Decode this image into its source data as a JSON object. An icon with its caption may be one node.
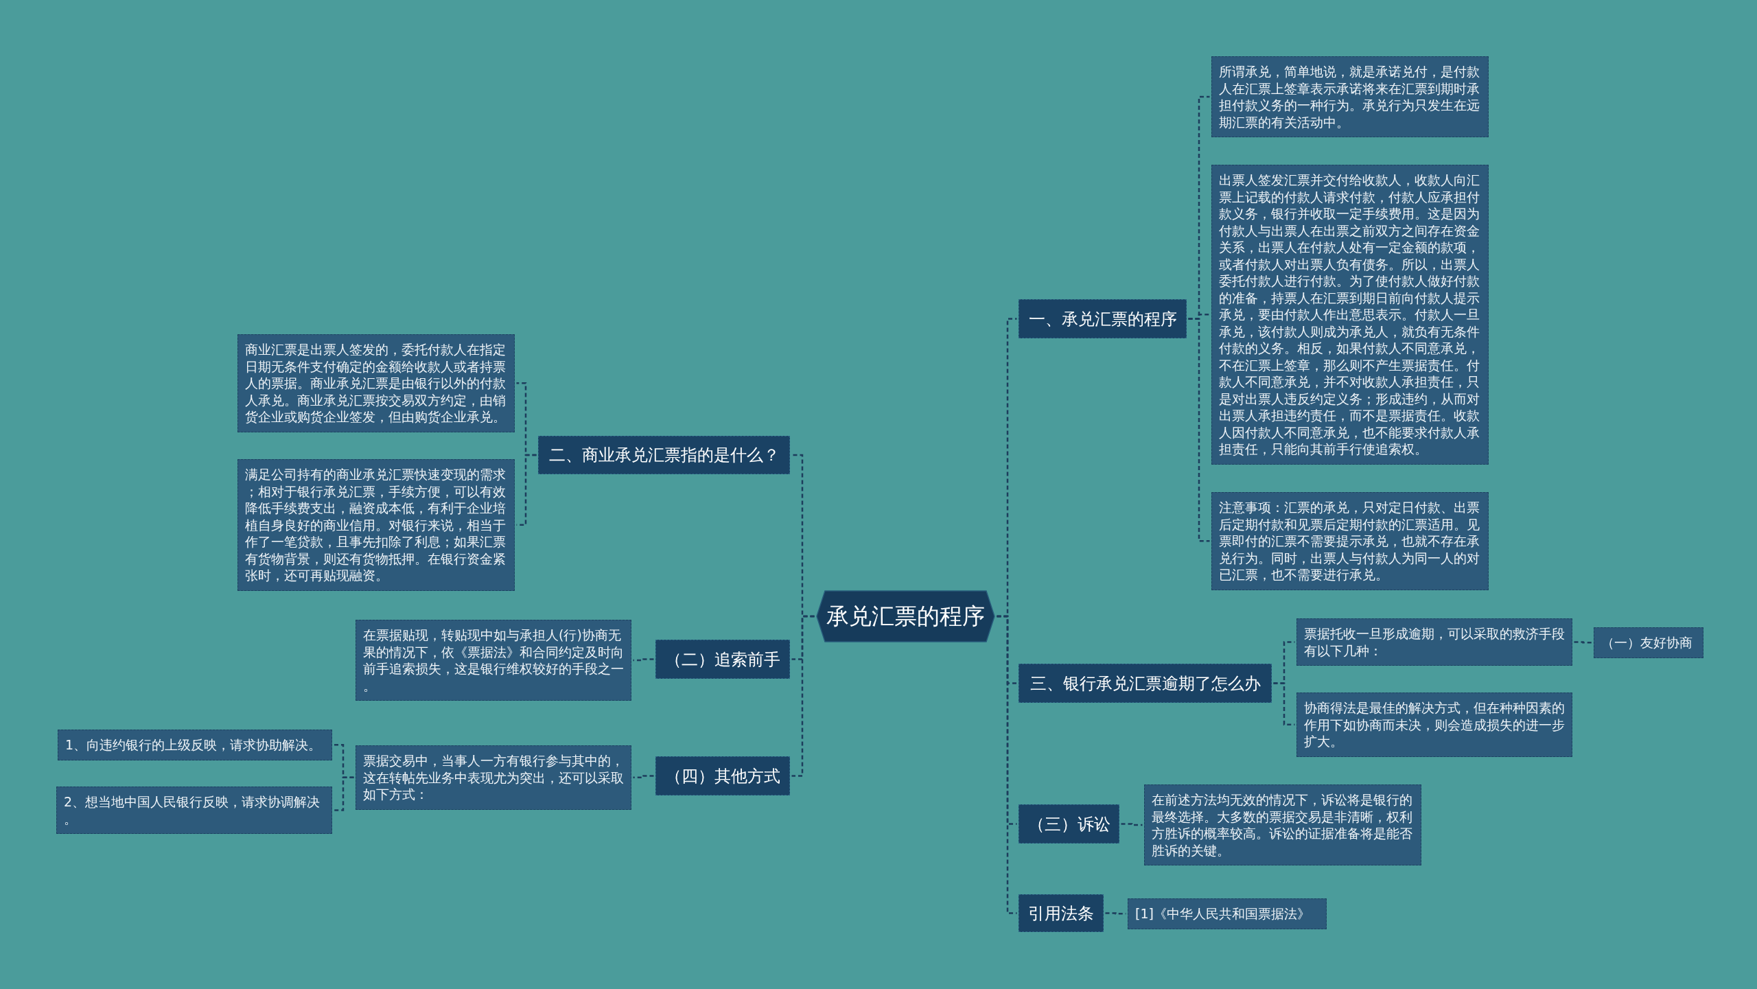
{
  "diagram": {
    "nodes": [
      {
        "text": [
          "承兑汇票的程序"
        ]
      },
      {
        "text": [
          "一、承兑汇票的程序"
        ]
      },
      {
        "text": [
          "所谓承兑，简单地说，就是承诺兑付，是付款人在汇票上签章表示承诺将来在汇票到期时承担付款义务的一种行为。承兑行为只发生在远期汇票的有关活动中。"
        ]
      },
      {
        "text": [
          "出票人签发汇票并交付给收款人，收款人向汇票上记载的付款人请求付款，付款人应承担付款义务，银行并收取一定手续费用。这是因为付款人与出票人在出票之前双方之间存在资金关系，出票人在付款人处有一定金额的款项，或者付款人对出票人负有债务。所以，出票人委托付款人进行付款。为了使付款人做好付款的准备，持票人在汇票到期日前向付款人提示承兑，要由付款人作出意思表示。付款人一旦承兑，该付款人则成为承兑人，就负有无条件付款的义务。相反，如果付款人不同意承兑，不在汇票上签章，那么则不产生票据责任。付款人不同意承兑，并不对收款人承担责任，只是对出票人违反约定义务；形成违约，从而对出票人承担违约责任，而不是票据责任。收款人因付款人不同意承兑，也不能要求付款人承担责任，只能向其前手行使追索权。"
        ]
      },
      {
        "text": [
          "注意事项：汇票的承兑，只对定日付款、出票后定期付款和见票后定期付款的汇票适用。见票即付的汇票不需要提示承兑，也就不存在承兑行为。同时，出票人与付款人为同一人的对已汇票，也不需要进行承兑。"
        ]
      },
      {
        "text": [
          "三、银行承兑汇票逾期了怎么办"
        ]
      },
      {
        "text": [
          "票据托收一旦形成逾期，可以采取的救济手段有以下几种："
        ]
      },
      {
        "text": [
          "（一）友好协商"
        ]
      },
      {
        "text": [
          "协商得法是最佳的解决方式，但在种种因素的作用下如协商而未决，则会造成损失的进一步扩大。"
        ]
      },
      {
        "text": [
          "（三）诉讼"
        ]
      },
      {
        "text": [
          "在前述方法均无效的情况下，诉讼将是银行的最终选择。大多数的票据交易是非清晰，权利方胜诉的概率较高。诉讼的证据准备将是能否胜诉的关键。"
        ]
      },
      {
        "text": [
          "引用法条"
        ]
      },
      {
        "text": [
          "[1]《中华人民共和国票据法》"
        ]
      },
      {
        "text": [
          "二、商业承兑汇票指的是什么？"
        ]
      },
      {
        "text": [
          "商业汇票是出票人签发的，委托付款人在指定日期无条件支付确定的金额给收款人或者持票人的票据。商业承兑汇票是由银行以外的付款人承兑。商业承兑汇票按交易双方约定，由销货企业或购货企业签发，但由购货企业承兑。"
        ]
      },
      {
        "text": [
          "满足公司持有的商业承兑汇票快速变现的需求；相对于银行承兑汇票，手续方便，可以有效降低手续费支出，融资成本低，有利于企业培植自身良好的商业信用。对银行来说，相当于作了一笔贷款，且事先扣除了利息；如果汇票有货物背景，则还有货物抵押。在银行资金紧张时，还可再贴现融资。"
        ]
      },
      {
        "text": [
          "（二）追索前手"
        ]
      },
      {
        "text": [
          "在票据贴现，转贴现中如与承担人(行)协商无果的情况下，依《票据法》和合同约定及时向前手追索损失，这是银行维权较好的手段之一。"
        ]
      },
      {
        "text": [
          "（四）其他方式"
        ]
      },
      {
        "text": [
          "票据交易中，当事人一方有银行参与其中的，这在转帖先业务中表现尤为突出，还可以采取如下方式："
        ]
      },
      {
        "text": [
          "1、向违约银行的上级反映，请求协助解决。"
        ]
      },
      {
        "text": [
          "2、想当地中国人民银行反映，请求协调解决。"
        ]
      }
    ],
    "edges": [
      {
        "from": 0,
        "to": 1,
        "arrow": "none",
        "style": "dashed"
      },
      {
        "from": 1,
        "to": 2,
        "arrow": "none",
        "style": "dashed"
      },
      {
        "from": 1,
        "to": 3,
        "arrow": "none",
        "style": "dashed"
      },
      {
        "from": 1,
        "to": 4,
        "arrow": "none",
        "style": "dashed"
      },
      {
        "from": 0,
        "to": 5,
        "arrow": "none",
        "style": "dashed"
      },
      {
        "from": 5,
        "to": 6,
        "arrow": "none",
        "style": "dashed"
      },
      {
        "from": 6,
        "to": 7,
        "arrow": "none",
        "style": "dashed"
      },
      {
        "from": 5,
        "to": 8,
        "arrow": "none",
        "style": "dashed"
      },
      {
        "from": 0,
        "to": 9,
        "arrow": "none",
        "style": "dashed"
      },
      {
        "from": 9,
        "to": 10,
        "arrow": "none",
        "style": "dashed"
      },
      {
        "from": 0,
        "to": 11,
        "arrow": "none",
        "style": "dashed"
      },
      {
        "from": 11,
        "to": 12,
        "arrow": "none",
        "style": "dashed"
      },
      {
        "from": 0,
        "to": 13,
        "arrow": "none",
        "style": "dashed"
      },
      {
        "from": 13,
        "to": 14,
        "arrow": "none",
        "style": "dashed"
      },
      {
        "from": 13,
        "to": 15,
        "arrow": "none",
        "style": "dashed"
      },
      {
        "from": 0,
        "to": 16,
        "arrow": "none",
        "style": "dashed"
      },
      {
        "from": 16,
        "to": 17,
        "arrow": "none",
        "style": "dashed"
      },
      {
        "from": 0,
        "to": 18,
        "arrow": "none",
        "style": "dashed"
      },
      {
        "from": 18,
        "to": 19,
        "arrow": "none",
        "style": "dashed"
      },
      {
        "from": 19,
        "to": 20,
        "arrow": "none",
        "style": "dashed"
      },
      {
        "from": 19,
        "to": 21,
        "arrow": "none",
        "style": "dashed"
      }
    ]
  }
}
